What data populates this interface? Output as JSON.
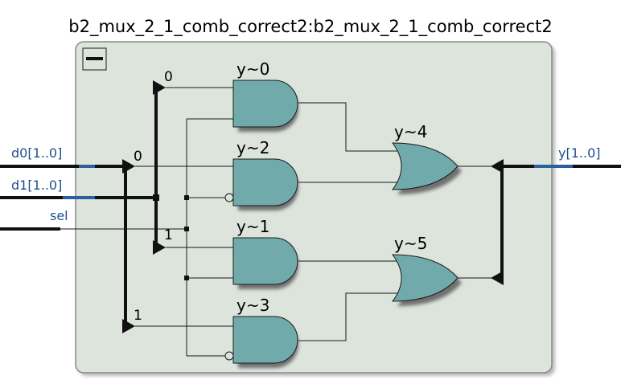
{
  "title": "b2_mux_2_1_comb_correct2:b2_mux_2_1_comb_correct2",
  "colors": {
    "box_fill": "#dce4dc",
    "gate_fill": "#70aaab",
    "gate_shadow": "#707070",
    "port_blue": "#2b5f9e"
  },
  "icons": {
    "collapse": "minus-icon"
  },
  "ports": {
    "in0": "d0[1..0]",
    "in1": "d1[1..0]",
    "sel": "sel",
    "out": "y[1..0]"
  },
  "gates": {
    "and0": "y~0",
    "and2": "y~2",
    "and1": "y~1",
    "and3": "y~3",
    "or4": "y~4",
    "or5": "y~5"
  },
  "bits": {
    "d1_bit0": "0",
    "d0_bit0": "0",
    "d1_bit1": "1",
    "d0_bit1": "1"
  }
}
